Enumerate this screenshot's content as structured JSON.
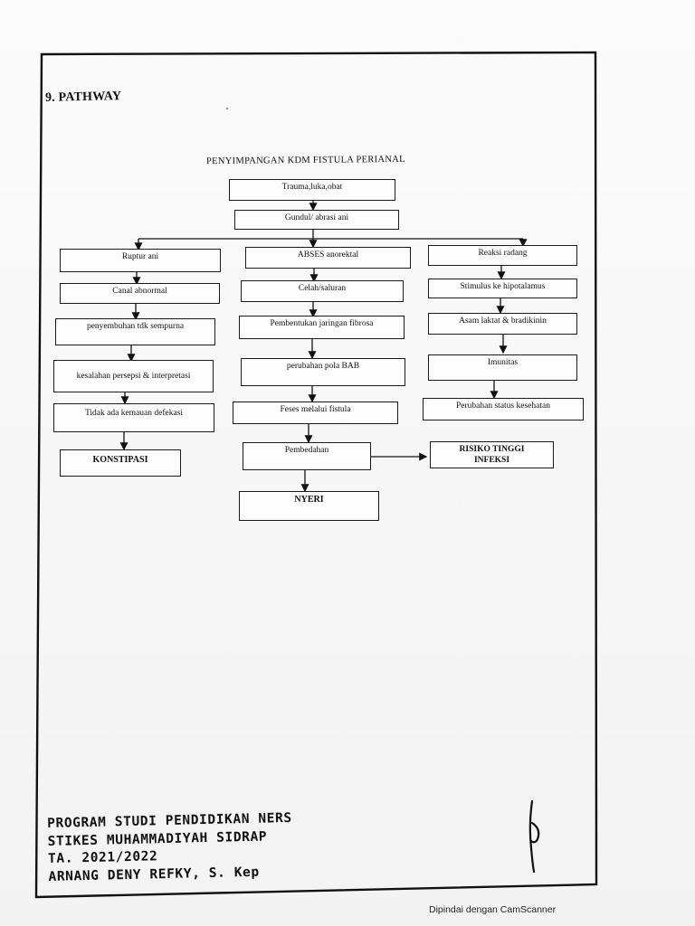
{
  "document": {
    "section_title": "9. PATHWAY",
    "diagram_title": "PENYIMPANGAN KDM FISTULA PERIANAL"
  },
  "diagram": {
    "top": [
      "Trauma,luka,obat",
      "Gundul/ abrasi ani"
    ],
    "left_column": [
      "Ruptur ani",
      "Canal abnormal",
      "penyembuhan tdk sempurna",
      "kesalahan persepsi & interpretasi",
      "Tidak ada kemauan defekasi",
      "KONSTIPASI"
    ],
    "middle_column": [
      "ABSES anorektal",
      "Celah/saluran",
      "Pembentukan jaringan fibrosa",
      "perubahan pola BAB",
      "Feses melalui fistula",
      "Pembedahan",
      "NYERI"
    ],
    "right_column": [
      "Reaksi radang",
      "Stimulus ke hipotalamus",
      "Asam laktat & bradikinin",
      "Imunitas",
      "Perubahan status kesehatan"
    ],
    "risk_box": [
      "RISIKO TINGGI",
      "INFEKSI"
    ]
  },
  "footer": {
    "line1": "PROGRAM STUDI PENDIDIKAN NERS",
    "line2": "STIKES MUHAMMADIYAH SIDRAP",
    "line3": "TA. 2021/2022",
    "line4": "ARNANG DENY REFKY, S. Kep"
  },
  "scanner_label": "Dipindai dengan CamScanner",
  "colors": {
    "ink": "#111111",
    "paper": "#f7f7f7",
    "border": "#111111"
  }
}
